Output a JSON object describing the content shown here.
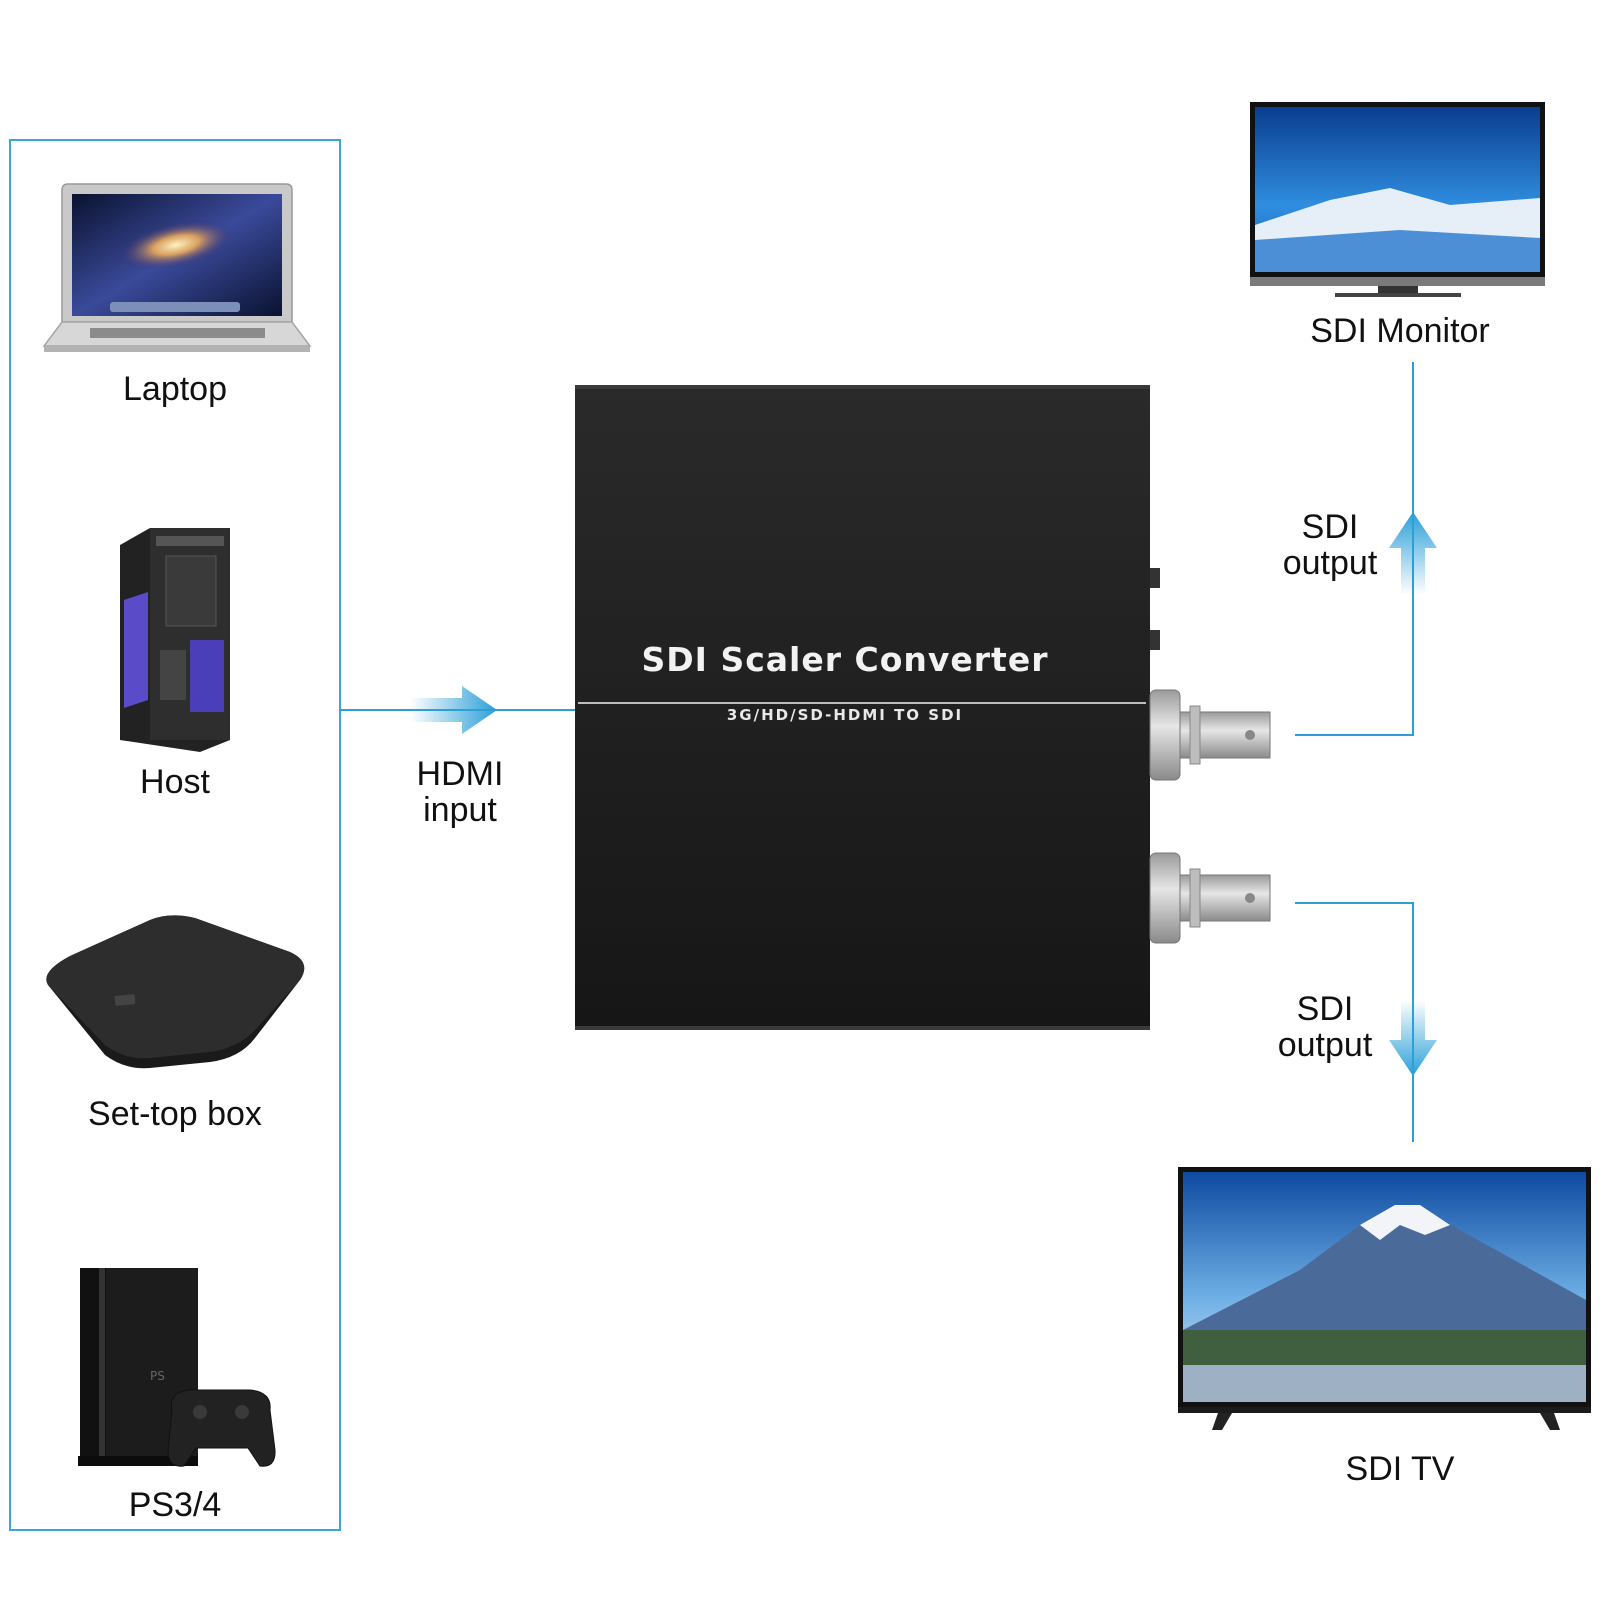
{
  "sources": {
    "laptop": "Laptop",
    "host": "Host",
    "set_top_box": "Set-top box",
    "ps": "PS3/4"
  },
  "hdmi": {
    "line1": "HDMI",
    "line2": "input"
  },
  "device": {
    "title": "SDI Scaler Converter",
    "subtitle": "3G/HD/SD-HDMI TO SDI"
  },
  "outputs": {
    "top_line1": "SDI",
    "top_line2": "output",
    "bottom_line1": "SDI",
    "bottom_line2": "output"
  },
  "sinks": {
    "monitor": "SDI Monitor",
    "tv": "SDI TV"
  },
  "colors": {
    "accent": "#2a9fd8",
    "box_border": "#3aa6dc",
    "device_body": "#1e1e1e"
  }
}
